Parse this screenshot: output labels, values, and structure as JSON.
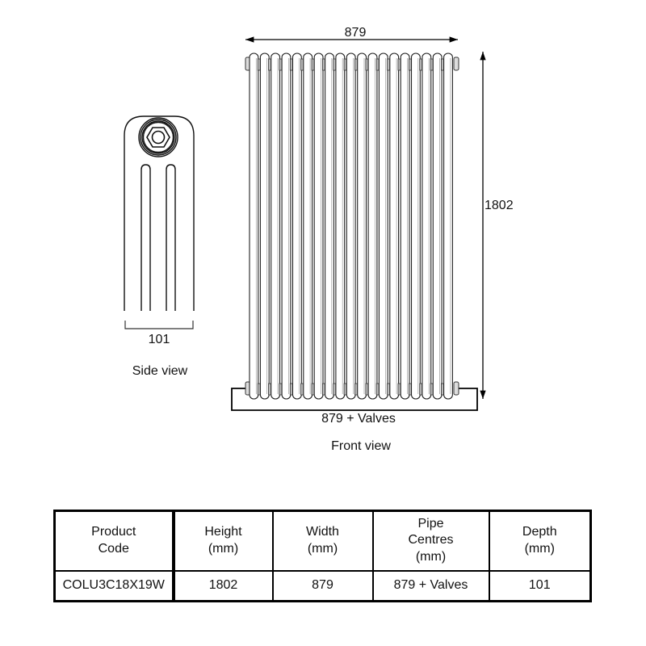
{
  "diagram": {
    "side_view": {
      "label": "Side view",
      "depth_dim": "101"
    },
    "front_view": {
      "label": "Front view",
      "width_dim": "879",
      "height_dim": "1802",
      "pipe_dim": "879 + Valves",
      "column_count": 19
    },
    "line_color": "#000000",
    "fill_color": "#ffffff"
  },
  "spec_table": {
    "headers": [
      [
        "Product",
        "Code"
      ],
      [
        "Height",
        "(mm)"
      ],
      [
        "Width",
        "(mm)"
      ],
      [
        "Pipe",
        "Centres",
        "(mm)"
      ],
      [
        "Depth",
        "(mm)"
      ]
    ],
    "rows": [
      {
        "product_code": "COLU3C18X19W",
        "height": "1802",
        "width": "879",
        "pipe_centres": "879 + Valves",
        "depth": "101"
      }
    ]
  }
}
